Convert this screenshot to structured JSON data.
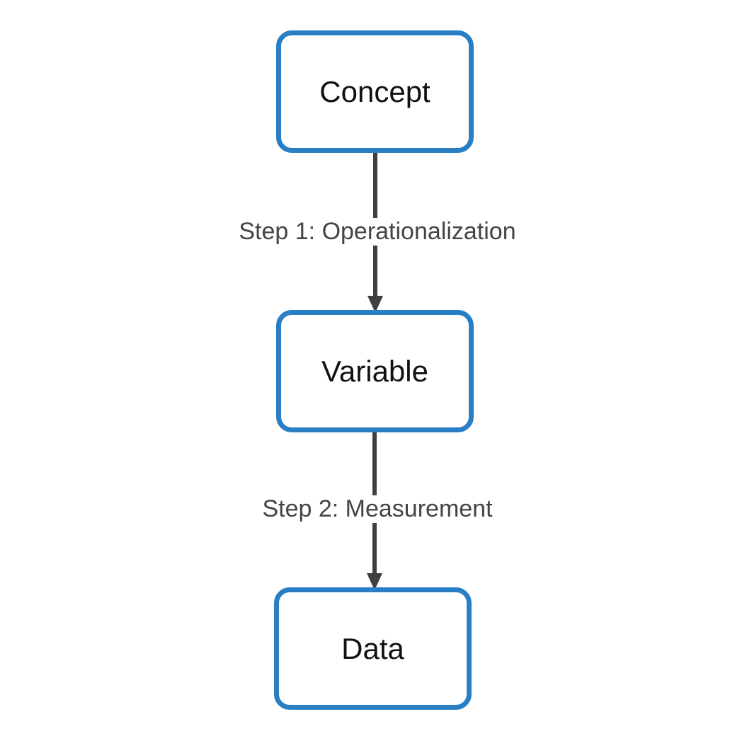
{
  "diagram": {
    "nodes": [
      {
        "id": "concept",
        "label": "Concept"
      },
      {
        "id": "variable",
        "label": "Variable"
      },
      {
        "id": "data",
        "label": "Data"
      }
    ],
    "edges": [
      {
        "from": "concept",
        "to": "variable",
        "label": "Step 1: Operationalization"
      },
      {
        "from": "variable",
        "to": "data",
        "label": "Step 2: Measurement"
      }
    ]
  },
  "colors": {
    "node_border": "#2a7fc4",
    "arrow": "#404040",
    "edge_label_text": "#444444",
    "node_text": "#111111"
  }
}
